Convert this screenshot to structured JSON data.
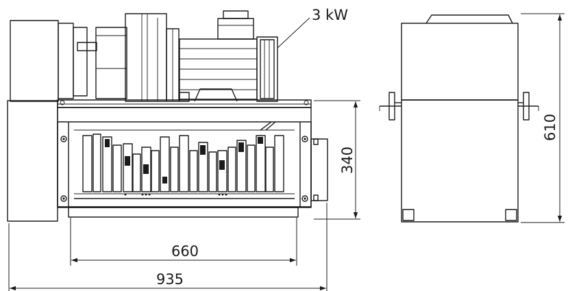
{
  "labels": {
    "power": "3 kW",
    "height_inner": "340",
    "height_total": "610",
    "width_inner": "660",
    "width_total": "935"
  },
  "colors": {
    "line": "#1a1a1a",
    "background": "#ffffff"
  }
}
